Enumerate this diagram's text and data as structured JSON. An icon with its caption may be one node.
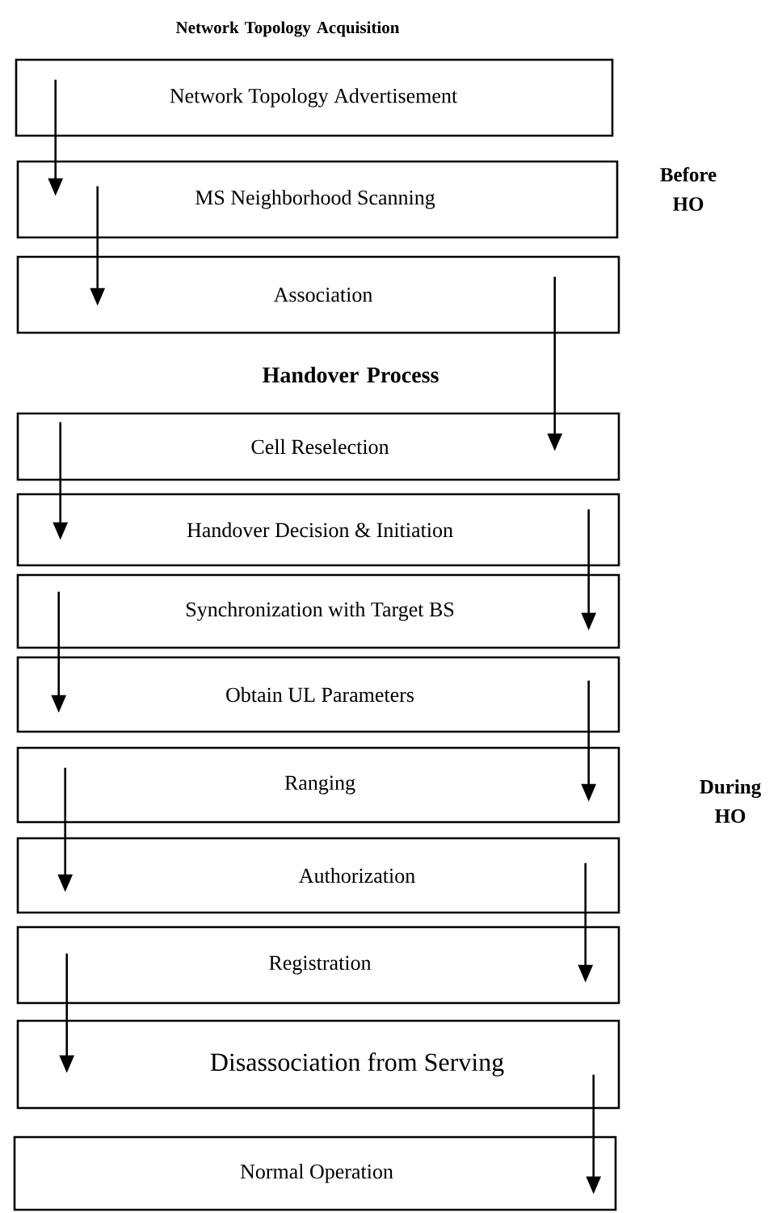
{
  "diagram": {
    "nodes": [
      {
        "text": [
          "Network Topology Advertisement"
        ]
      },
      {
        "text": [
          "MS Neighborhood Scanning"
        ]
      },
      {
        "text": [
          "Association"
        ]
      },
      {
        "text": [
          "Cell Reselection"
        ]
      },
      {
        "text": [
          "Handover Decision & Initiation"
        ]
      },
      {
        "text": [
          "Synchronization with Target BS"
        ]
      },
      {
        "text": [
          "Obtain UL Parameters"
        ]
      },
      {
        "text": [
          "Ranging"
        ]
      },
      {
        "text": [
          "Authorization"
        ]
      },
      {
        "text": [
          "Registration"
        ]
      },
      {
        "text": [
          "Disassociation from Serving"
        ]
      },
      {
        "text": [
          "Normal Operation"
        ]
      }
    ],
    "edges": [
      {
        "from": 0,
        "to": 1,
        "arrow": "to"
      },
      {
        "from": 1,
        "to": 2,
        "arrow": "to"
      },
      {
        "from": 2,
        "to": 3,
        "arrow": "to"
      },
      {
        "from": 3,
        "to": 4,
        "arrow": "to"
      },
      {
        "from": 4,
        "to": 5,
        "arrow": "to"
      },
      {
        "from": 5,
        "to": 6,
        "arrow": "to"
      },
      {
        "from": 6,
        "to": 7,
        "arrow": "to"
      },
      {
        "from": 7,
        "to": 8,
        "arrow": "to"
      },
      {
        "from": 8,
        "to": 9,
        "arrow": "to"
      },
      {
        "from": 9,
        "to": 10,
        "arrow": "to"
      },
      {
        "from": 10,
        "to": 11,
        "arrow": "to"
      }
    ],
    "labels": [
      "Network Topology Acquisition",
      "Before HO",
      "Handover Process",
      "During HO"
    ]
  }
}
